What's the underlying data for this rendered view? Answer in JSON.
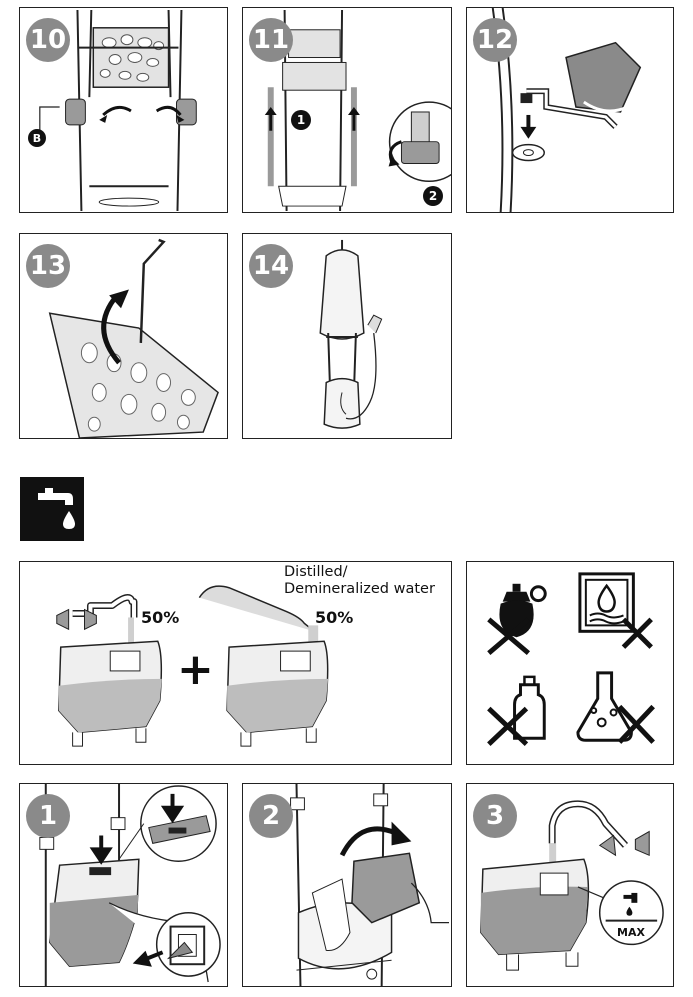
{
  "steps_top": {
    "s10": "10",
    "s11": "11",
    "s12": "12",
    "s13": "13",
    "s14": "14"
  },
  "markers": {
    "b": "B",
    "one": "1",
    "two": "2"
  },
  "water_section": {
    "icon": "tap-water-icon",
    "tap_percent": "50%",
    "distilled_label_line1": "Distilled/",
    "distilled_label_line2": "Demineralized water",
    "distilled_percent": "50%",
    "plus": "+",
    "forbidden_icons": [
      "perfume-icon",
      "descaler-icon",
      "bottle-icon",
      "chemical-flask-icon"
    ]
  },
  "steps_bottom": {
    "s1": "1",
    "s2": "2",
    "s3": "3",
    "max_label": "MAX"
  },
  "colors": {
    "ink": "#111111",
    "badge_gray": "#8a8a8a",
    "tank_gray": "#bdbdbd",
    "water_gray": "#9a9a9a",
    "light_gray": "#dedede"
  }
}
